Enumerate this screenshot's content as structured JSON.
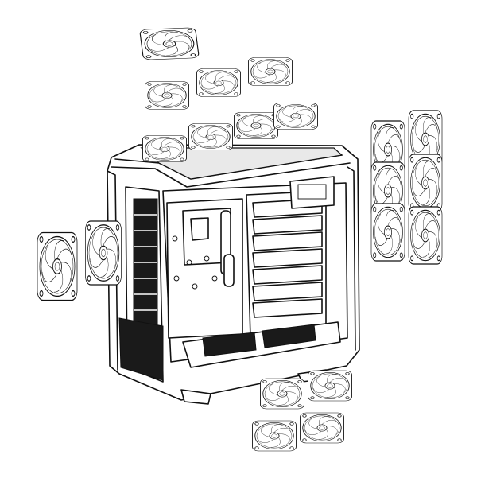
{
  "figure": {
    "subject": "",
    "colors": {
      "line": "#111111",
      "background": "#ffffff"
    },
    "fans": [
      {
        "group": "top-single-large",
        "count": 1
      },
      {
        "group": "top-row-upper",
        "count": 3
      },
      {
        "group": "top-row-lower",
        "count": 4
      },
      {
        "group": "front-left",
        "count": 2
      },
      {
        "group": "side-right-grid",
        "count": 6
      },
      {
        "group": "bottom",
        "count": 4
      }
    ]
  }
}
